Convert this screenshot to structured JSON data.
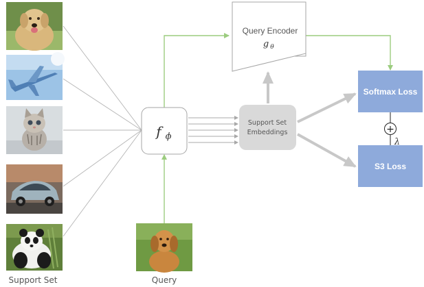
{
  "support_set": {
    "label": "Support Set",
    "images": [
      {
        "subject": "dog (labrador)"
      },
      {
        "subject": "airplane"
      },
      {
        "subject": "kitten"
      },
      {
        "subject": "car"
      },
      {
        "subject": "panda"
      }
    ]
  },
  "query": {
    "label": "Query",
    "image_subject": "dog (golden retriever)"
  },
  "feature_extractor": {
    "symbol": "f",
    "subscript": "ϕ"
  },
  "support_embeddings": {
    "line1": "Support Set",
    "line2": "Embeddings"
  },
  "query_encoder": {
    "title": "Query Encoder",
    "symbol": "g",
    "subscript": "θ"
  },
  "losses": {
    "softmax": "Softmax Loss",
    "s3": "S3 Loss",
    "combine_symbol": "+",
    "weight_symbol": "λ"
  },
  "colors": {
    "loss_box": "#8eaadb",
    "embedding_box": "#d9d9d9",
    "green_arrow": "#9ccc7f",
    "gray_arrow": "#c8c8c8",
    "thin_line": "#b5b5b5"
  }
}
